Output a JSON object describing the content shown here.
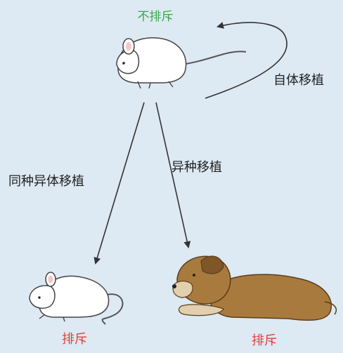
{
  "labels": {
    "top": "不排斥",
    "autograft": "自体移植",
    "allograft": "同种异体移植",
    "xenograft": "异种移植",
    "reject_left": "排斥",
    "reject_right": "排斥"
  },
  "colors": {
    "background": "#dde9f3",
    "accept": "#3aa84a",
    "reject": "#e2403a",
    "line": "#333333",
    "mouse_fill": "#ffffff",
    "dog_fill": "#a97a3e"
  }
}
